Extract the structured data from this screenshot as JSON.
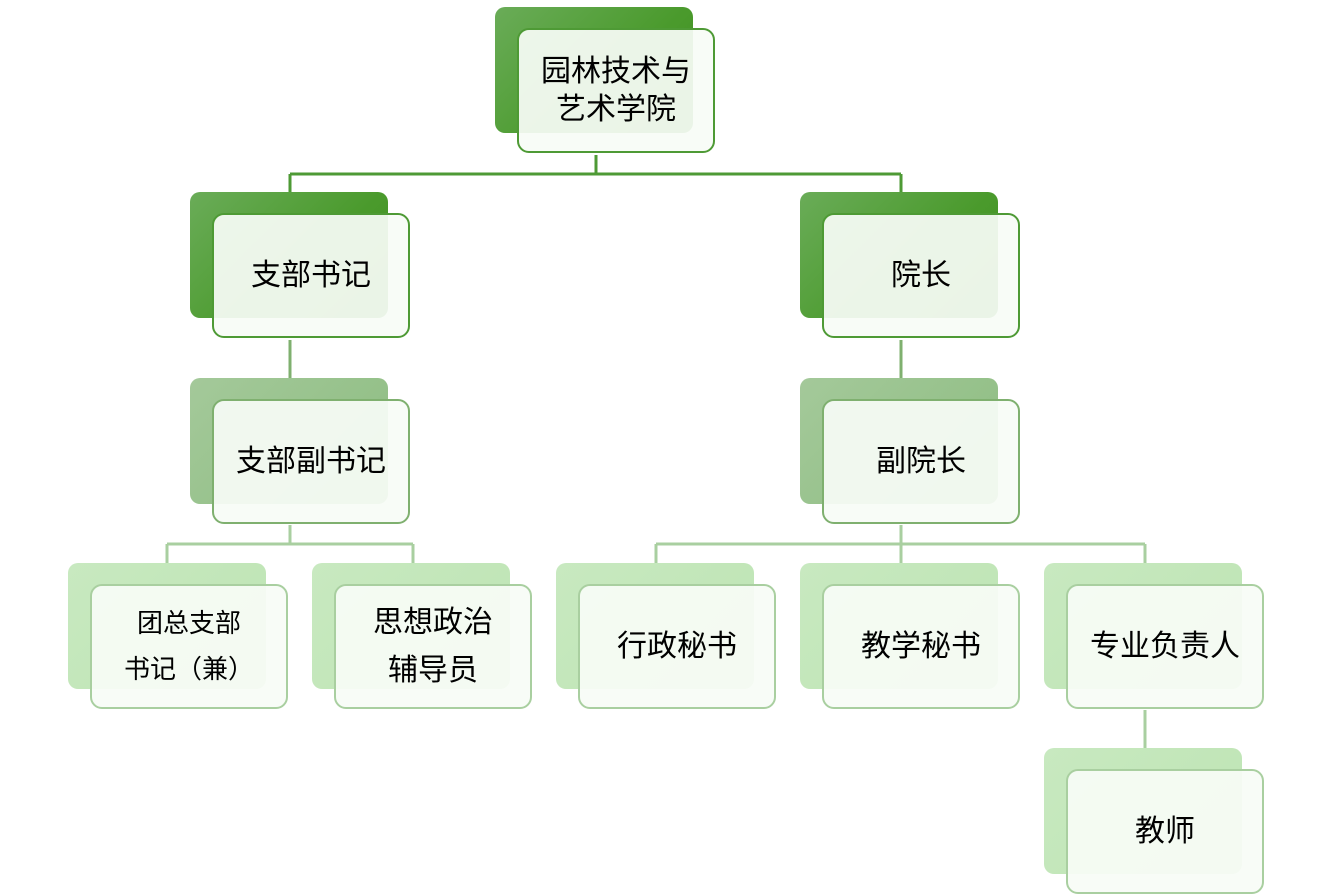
{
  "colors": {
    "line_dark": "#4e9a35",
    "line_mid": "#7fb06f",
    "line_light": "#a9cfa0"
  },
  "nodes": {
    "college": "园林技术与\n艺术学院",
    "branch_secretary": "支部书记",
    "dean": "院长",
    "deputy_branch_secretary": "支部副书记",
    "vice_dean": "副院长",
    "league_secretary": "团总支部\n书记（兼）",
    "counselor": "思想政治\n辅导员",
    "admin_secretary": "行政秘书",
    "teaching_secretary": "教学秘书",
    "program_leader": "专业负责人",
    "teacher": "教师"
  }
}
